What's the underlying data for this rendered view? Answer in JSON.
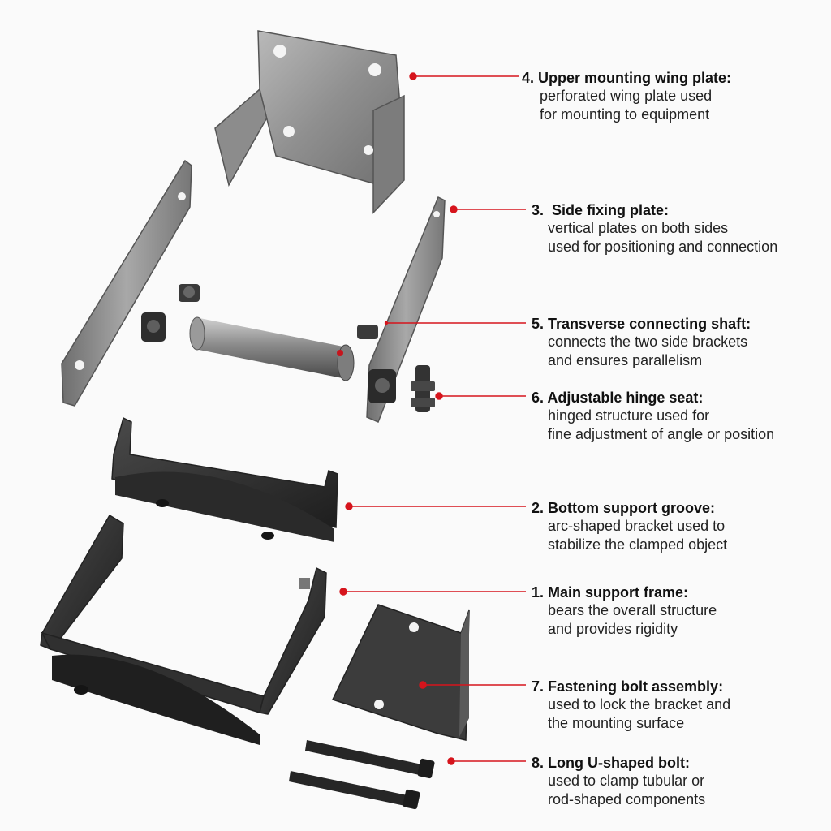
{
  "accent_color": "#d6141c",
  "callouts": [
    {
      "id": "c4",
      "title": "4. Upper mounting wing plate:",
      "lines": [
        "perforated wing plate used",
        "for mounting to equipment"
      ]
    },
    {
      "id": "c3",
      "title": "3.  Side fixing plate:",
      "lines": [
        "vertical plates on both sides",
        "used for positioning and connection"
      ]
    },
    {
      "id": "c5",
      "title": "5. Transverse connecting shaft:",
      "lines": [
        "connects the two side brackets",
        "and ensures parallelism"
      ]
    },
    {
      "id": "c6",
      "title": "6. Adjustable hinge seat:",
      "lines": [
        "hinged structure used for",
        "fine adjustment of angle or position"
      ]
    },
    {
      "id": "c2",
      "title": "2. Bottom support groove:",
      "lines": [
        "arc-shaped bracket used to",
        "stabilize the clamped object"
      ]
    },
    {
      "id": "c1",
      "title": "1. Main support frame:",
      "lines": [
        "bears the overall structure",
        "and provides rigidity"
      ]
    },
    {
      "id": "c7",
      "title": "7. Fastening bolt assembly:",
      "lines": [
        "used to lock the bracket and",
        "the mounting surface"
      ]
    },
    {
      "id": "c8",
      "title": "8. Long U-shaped bolt:",
      "lines": [
        "used to clamp tubular or",
        "rod-shaped components"
      ]
    }
  ]
}
